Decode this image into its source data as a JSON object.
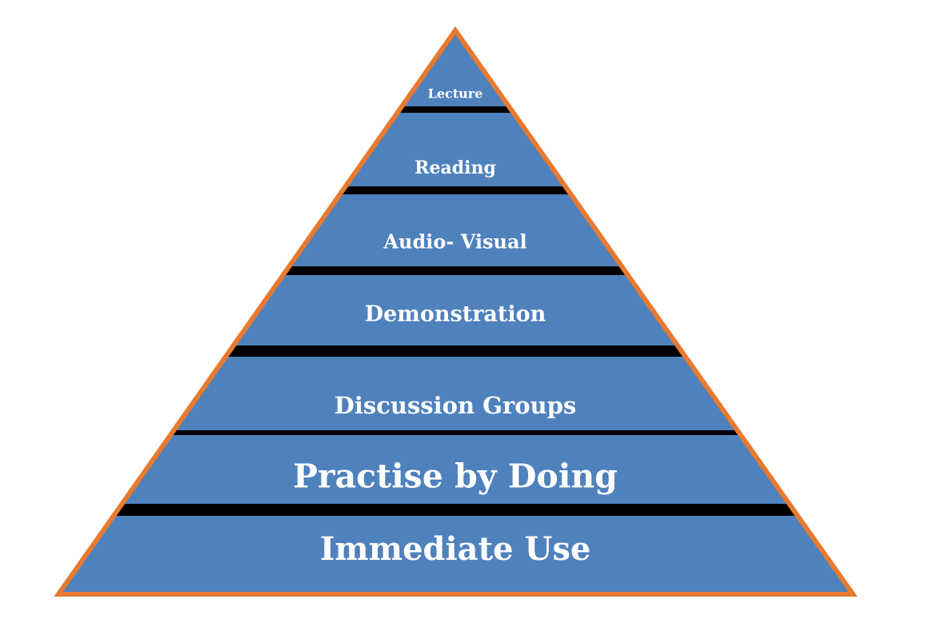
{
  "colors": {
    "tier_fill": "#4f81bd",
    "separator": "#000000",
    "outline": "#e87a30",
    "text": "#ffffff",
    "background": "#ffffff"
  },
  "tiers": [
    {
      "label": "Lecture"
    },
    {
      "label": "Reading"
    },
    {
      "label": "Audio- Visual"
    },
    {
      "label": "Demonstration"
    },
    {
      "label": "Discussion Groups"
    },
    {
      "label": "Practise by Doing"
    },
    {
      "label": "Immediate Use"
    }
  ]
}
